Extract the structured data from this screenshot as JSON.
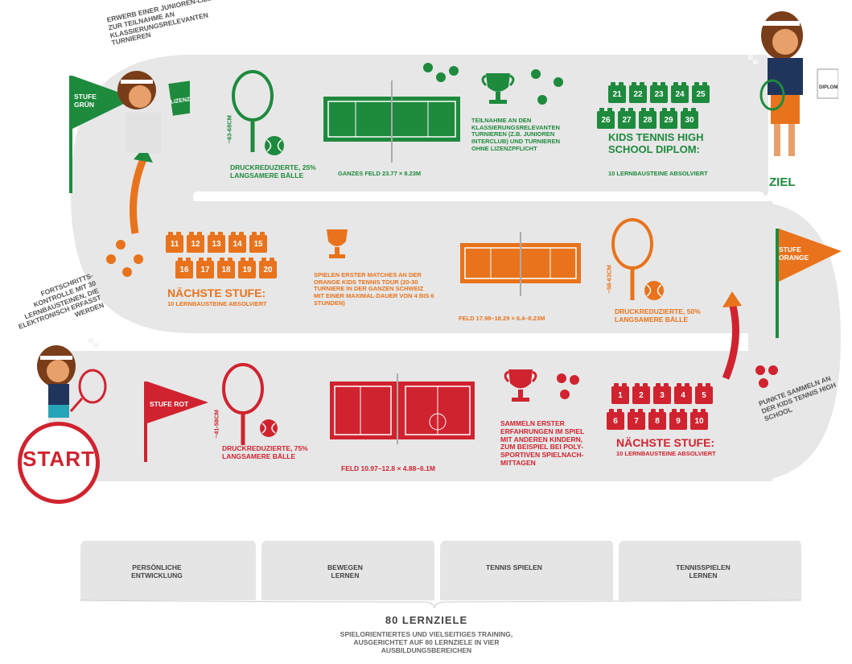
{
  "colors": {
    "red": "#d0232f",
    "orange": "#e8731c",
    "green": "#1e8a3d",
    "track": "#e5e5e5"
  },
  "start": {
    "label": "START"
  },
  "goal": {
    "label": "ZIEL",
    "diploma_label": "DIPLOM"
  },
  "stages": {
    "red": {
      "flag_label": "STUFE ROT",
      "racket_size": "~41-58cm",
      "ball_text": "DRUCKREDUZIERTE, 75% LANGSAMERE BÄLLE",
      "court_text": "FELD 10.97–12.8 × 4.88–6.1m",
      "trophy_text": "SAMMELN ERSTER ERFAHRUNGEN IM SPIEL MIT ANDEREN KINDERN, ZUM BEISPIEL BEI POLY-SPORTIVEN SPIELNACH-MITTAGEN",
      "blocks": [
        "1",
        "2",
        "3",
        "4",
        "5",
        "6",
        "7",
        "8",
        "9",
        "10"
      ],
      "next_title": "NÄCHSTE STUFE:",
      "next_sub": "10 LERNBAUSTEINE ABSOLVIERT"
    },
    "orange": {
      "flag_label": "STUFE ORANGE",
      "racket_size": "~58-63cm",
      "ball_text": "DRUCKREDUZIERTE, 50% LANGSAMERE BÄLLE",
      "court_text": "FELD 17.98–18.29 × 6.4–8.23m",
      "trophy_text": "SPIELEN ERSTER MATCHES AN DER ORANGE KIDS TENNIS TOUR (20-30 TURNIERE IN DER GANZEN SCHWEIZ MIT EINER MAXIMAL-DAUER VON 4 BIS 6 STUNDEN)",
      "blocks": [
        "11",
        "12",
        "13",
        "14",
        "15",
        "16",
        "17",
        "18",
        "19",
        "20"
      ],
      "next_title": "NÄCHSTE STUFE:",
      "next_sub": "10 LERNBAUSTEINE ABSOLVIERT"
    },
    "green": {
      "flag_label": "STUFE GRÜN",
      "racket_size": "~63-68cm",
      "ball_text": "DRUCKREDUZIERTE, 25% LANGSAMERE BÄLLE",
      "court_text": "GANZES FELD 23.77 × 8.23m",
      "trophy_text": "TEILNAHME AN DEN KLASSIERUNGSRELEVANTEN TURNIEREN (Z.B. JUNIOREN INTERCLUB) UND TURNIEREN OHNE LIZENZPFLICHT",
      "blocks": [
        "21",
        "22",
        "23",
        "24",
        "25",
        "26",
        "27",
        "28",
        "29",
        "30"
      ],
      "diploma_title": "KIDS TENNIS HIGH SCHOOL DIPLOM:",
      "diploma_sub": "10 LERNBAUSTEINE ABSOLVIERT",
      "license_label": "LIZENZ"
    }
  },
  "annotations": {
    "license": "ERWERB EINER JUNIOREN-LIZENZ ZUR TEILNAHME AN KLASSIERUNGSRELEVANTEN TURNIEREN",
    "progress": "FORTSCHRITTS-KONTROLLE MIT 30 LERNBAUSTEINEN, DIE ELEKTRONISCH ERFASST WERDEN",
    "points": "PUNKTE SAMMELN AN DER KIDS TENNIS HIGH SCHOOL"
  },
  "categories": [
    {
      "label": "PERSÖNLICHE ENTWICKLUNG"
    },
    {
      "label": "BEWEGEN LERNEN"
    },
    {
      "label": "TENNIS SPIELEN"
    },
    {
      "label": "TENNISSPIELEN LERNEN"
    }
  ],
  "footer": {
    "title": "80 LERNZIELE",
    "subtitle": "SPIELORIENTIERTES UND VIELSEITIGES TRAINING, AUSGERICHTET AUF 80 LERNZIELE IN VIER AUSBILDUNGSBEREICHEN"
  }
}
